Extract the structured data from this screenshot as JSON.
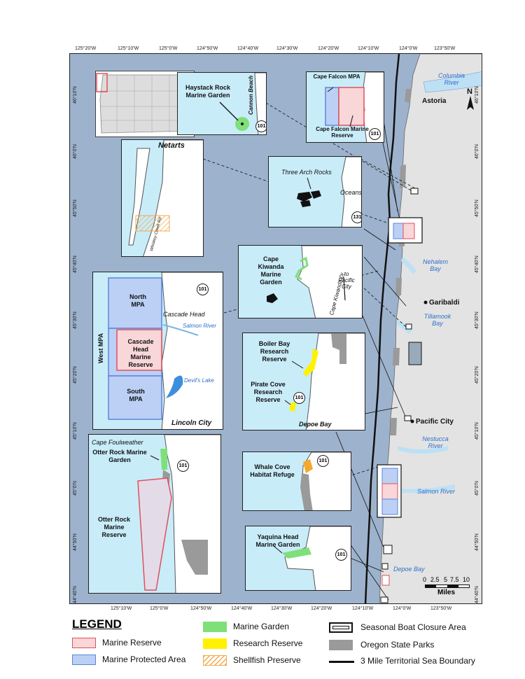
{
  "map": {
    "lat_ticks": [
      "46°10'N",
      "46°0'N",
      "45°50'N",
      "45°40'N",
      "45°30'N",
      "45°20'N",
      "45°10'N",
      "45°0'N",
      "44°50'N",
      "44°40'N"
    ],
    "lon_ticks_top": [
      "125°20'W",
      "125°10'W",
      "125°0'W",
      "124°50'W",
      "124°40'W",
      "124°30'W",
      "124°20'W",
      "124°10'W",
      "124°0'W",
      "123°50'W"
    ],
    "lon_ticks_bottom": [
      "125°10'W",
      "125°0'W",
      "124°50'W",
      "124°40'W",
      "124°30'W",
      "124°20'W",
      "124°10'W",
      "124°0'W",
      "123°50'W"
    ],
    "north_label": "N",
    "cities": {
      "astoria": "Astoria",
      "garibaldi": "Garibaldi",
      "pacific_city": "Pacific City"
    },
    "water_labels": {
      "columbia": "Columbia River",
      "nehalem": "Nehalem Bay",
      "tillamook": "Tillamook Bay",
      "nestucca": "Nestucca River",
      "salmon": "Salmon River",
      "depoe": "Depoe Bay"
    },
    "scale": {
      "ticks": [
        "0",
        "2.5",
        "5",
        "7.5",
        "10"
      ],
      "unit": "Miles"
    }
  },
  "insets": {
    "haystack": {
      "title": "Haystack Rock Marine Garden",
      "road": "Cannon Beach",
      "shield": "101"
    },
    "cape_falcon": {
      "mpa": "Cape Falcon MPA",
      "reserve": "Cape Falcon Marine Reserve",
      "shield": "101"
    },
    "netarts": {
      "title": "Netarts",
      "road": "Whiskey Creek Rd"
    },
    "three_arch": {
      "title": "Three Arch Rocks",
      "town": "Oceanside",
      "shield": "131"
    },
    "kiwanda": {
      "title": "Cape Kiwanda Marine Garden",
      "road": "Cape Kiwanda Dr",
      "note": "to Pacific City"
    },
    "cascade": {
      "north": "North MPA",
      "west": "West MPA",
      "reserve": "Cascade Head Marine Reserve",
      "south": "South MPA",
      "head": "Cascade Head",
      "river": "Salmon River",
      "lake": "Devil's Lake",
      "city": "Lincoln City",
      "shield": "101"
    },
    "boiler": {
      "boiler": "Boiler Bay Research Reserve",
      "pirate": "Pirate Cove Research Reserve",
      "bay": "Depoe Bay",
      "shield": "101"
    },
    "otter": {
      "cape": "Cape Foulweather",
      "garden": "Otter Rock Marine Garden",
      "reserve": "Otter Rock Marine Reserve",
      "shield": "101"
    },
    "whale": {
      "title": "Whale Cove Habitat Refuge",
      "shield": "101"
    },
    "yaquina": {
      "title": "Yaquina Head Marine Garden",
      "shield": "101"
    }
  },
  "legend": {
    "title": "LEGEND",
    "items": [
      {
        "label": "Marine Reserve",
        "fill": "#f9d6d8",
        "stroke": "#e0505a"
      },
      {
        "label": "Marine Protected Area",
        "fill": "#bcd0f5",
        "stroke": "#5b86db"
      },
      {
        "label": "Marine Garden",
        "fill": "#7fe07a",
        "stroke": "#7fe07a"
      },
      {
        "label": "Research Reserve",
        "fill": "#fff200",
        "stroke": "#fff200"
      },
      {
        "label": "Shellfish Preserve",
        "fill": "hatch",
        "stroke": "#f2a84a"
      },
      {
        "label": "Seasonal Boat Closure Area",
        "fill": "#ffffff",
        "stroke": "#111111"
      },
      {
        "label": "Oregon State Parks",
        "fill": "#9a9a9a",
        "stroke": "#9a9a9a"
      },
      {
        "label": "3 Mile Territorial Sea Boundary",
        "fill": "line",
        "stroke": "#111111"
      }
    ]
  }
}
